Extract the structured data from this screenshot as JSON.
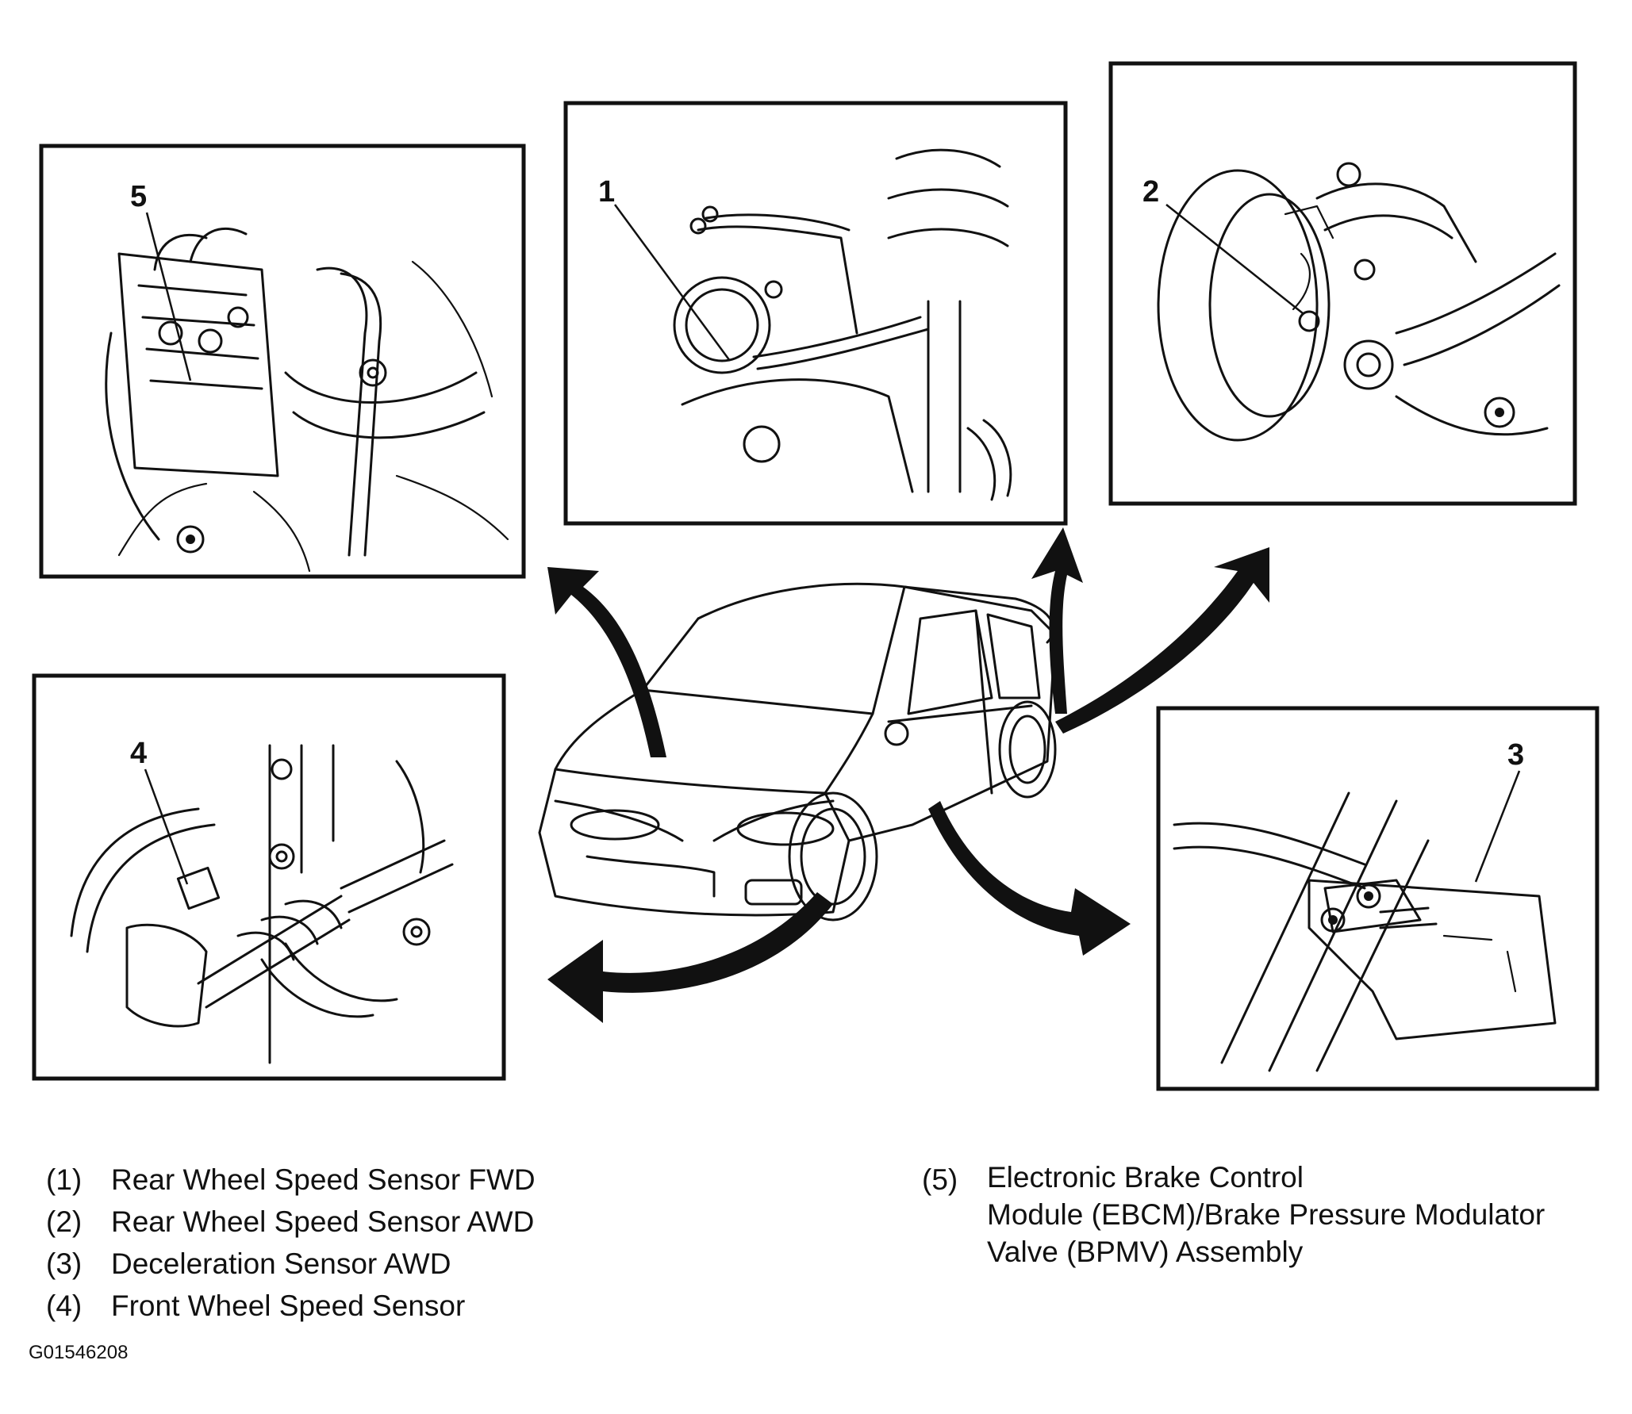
{
  "callouts": [
    {
      "number": "5"
    },
    {
      "number": "1"
    },
    {
      "number": "2"
    },
    {
      "number": "4"
    },
    {
      "number": "3"
    }
  ],
  "legend": {
    "left": [
      {
        "code": "(1)",
        "text": "Rear Wheel Speed Sensor FWD"
      },
      {
        "code": "(2)",
        "text": "Rear Wheel Speed Sensor AWD"
      },
      {
        "code": "(3)",
        "text": "Deceleration Sensor AWD"
      },
      {
        "code": "(4)",
        "text": "Front Wheel Speed Sensor"
      }
    ],
    "right": [
      {
        "code": "(5)",
        "lines": [
          "Electronic Brake Control",
          "Module (EBCM)/Brake Pressure Modulator",
          "Valve (BPMV) Assembly"
        ]
      }
    ]
  },
  "figure_id": "G01546208"
}
